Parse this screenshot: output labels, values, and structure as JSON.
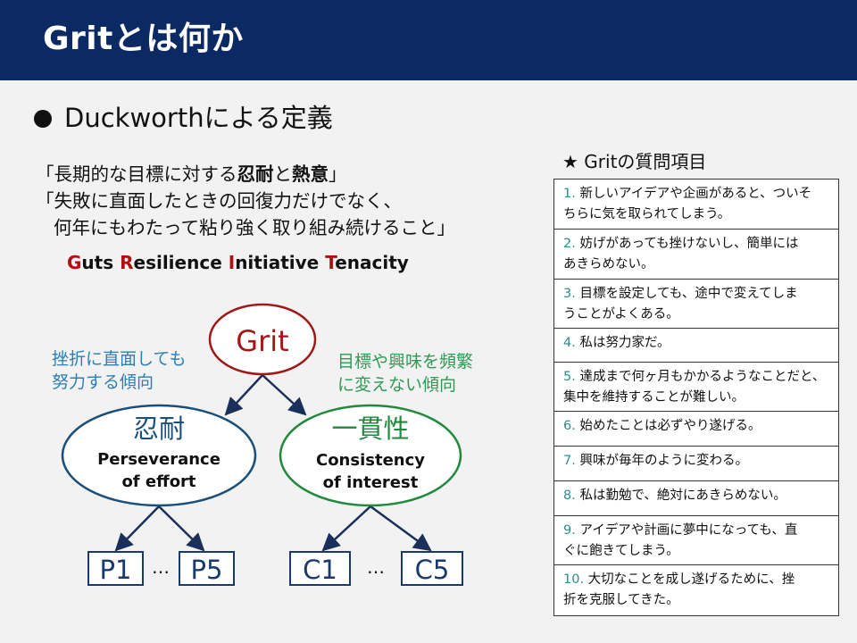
{
  "header": {
    "title": "Gritとは何か"
  },
  "section": {
    "bullet": "Duckworthによる定義"
  },
  "definition": {
    "line1": {
      "pre": "「長期的な目標に対する",
      "b1": "忍耐",
      "mid": "と",
      "b2": "熱意",
      "post": "」"
    },
    "line2": "「失敗に直面したときの回復力だけでなく、",
    "line3": "何年にもわたって粘り強く取り組み続けること」"
  },
  "acronym": [
    {
      "initial": "G",
      "rest": "uts"
    },
    {
      "initial": "R",
      "rest": "esilience"
    },
    {
      "initial": "I",
      "rest": "nitiative"
    },
    {
      "initial": "T",
      "rest": "enacity"
    }
  ],
  "diagram": {
    "root": "Grit",
    "left_note": [
      "挫折に直面しても",
      "努力する傾向"
    ],
    "right_note": [
      "目標や興味を頻繁",
      "に変えない傾向"
    ],
    "left_node": {
      "jp": "忍耐",
      "en1": "Perseverance",
      "en2": "of effort"
    },
    "right_node": {
      "jp": "一貫性",
      "en1": "Consistency",
      "en2": "of interest"
    },
    "leaves": [
      "P1",
      "P5",
      "C1",
      "C5"
    ],
    "ellipsis": "…"
  },
  "questions": {
    "title": "★ Gritの質問項目",
    "items": [
      {
        "num": "1.",
        "lines": [
          "新しいアイデアや企画があると、ついそ",
          "ちらに気を取られてしまう。"
        ]
      },
      {
        "num": "2.",
        "lines": [
          "妨げがあっても挫けないし、簡単には",
          "あきらめない。"
        ]
      },
      {
        "num": "3.",
        "lines": [
          "目標を設定しても、途中で変えてしま",
          "うことがよくある。"
        ]
      },
      {
        "num": "4.",
        "lines": [
          "私は努力家だ。"
        ]
      },
      {
        "num": "5.",
        "lines": [
          "達成まで何ヶ月もかかるようなことだと、",
          "集中を維持することが難しい。"
        ]
      },
      {
        "num": "6.",
        "lines": [
          "始めたことは必ずやり遂げる。"
        ]
      },
      {
        "num": "7.",
        "lines": [
          "興味が毎年のように変わる。"
        ]
      },
      {
        "num": "8.",
        "lines": [
          "私は勤勉で、絶対にあきらめない。"
        ]
      },
      {
        "num": "9.",
        "lines": [
          "アイデアや計画に夢中になっても、直",
          "ぐに飽きてしまう。"
        ]
      },
      {
        "num": "10.",
        "lines": [
          "大切なことを成し遂げるために、挫",
          "折を克服してきた。"
        ]
      }
    ]
  },
  "colors": {
    "header_bg": "#0b2a63",
    "root": "#a01818",
    "left": "#1a4f7a",
    "right": "#1f8a3c",
    "note": "#2e7fb3",
    "leaf": "#1a3a6b"
  }
}
